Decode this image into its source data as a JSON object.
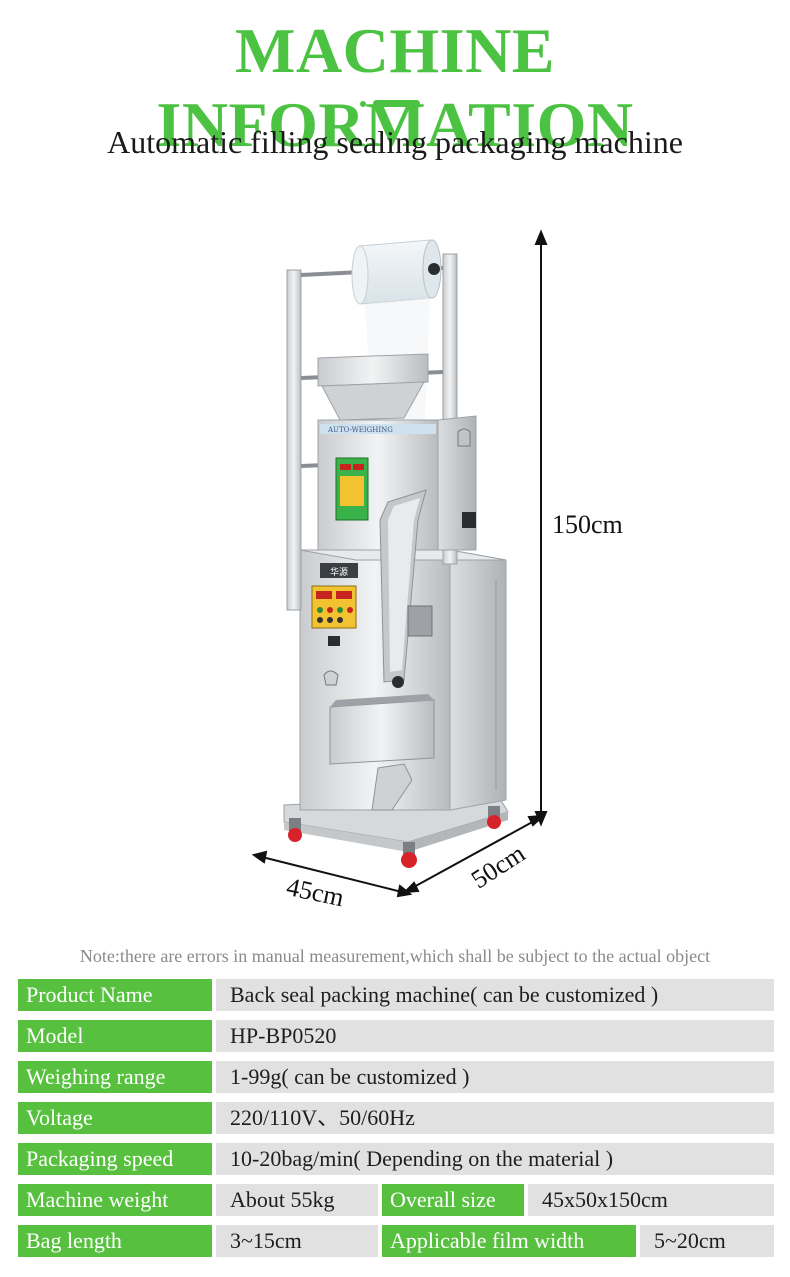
{
  "header": {
    "title": "MACHINE INFORMATION",
    "subtitle": "Automatic filling sealing packaging machine"
  },
  "dimensions": {
    "height": "150cm",
    "width": "45cm",
    "depth": "50cm"
  },
  "machine_panel": {
    "brand_plate": "华源",
    "label_strip": "AUTO-WEIGHING"
  },
  "note": "Note:there are errors in manual measurement,which shall be subject to the actual object",
  "specs": {
    "product_name": {
      "label": "Product Name",
      "value": "Back seal packing machine( can be customized )"
    },
    "model": {
      "label": "Model",
      "value": "HP-BP0520"
    },
    "weighing_range": {
      "label": "Weighing range",
      "value": "1-99g( can be customized )"
    },
    "voltage": {
      "label": "Voltage",
      "value": "220/110V、50/60Hz"
    },
    "packaging_speed": {
      "label": "Packaging speed",
      "value": "10-20bag/min( Depending on the material )"
    },
    "machine_weight": {
      "label": "Machine weight",
      "value": "About 55kg"
    },
    "overall_size": {
      "label": "Overall size",
      "value": "45x50x150cm"
    },
    "bag_length": {
      "label": "Bag length",
      "value": "3~15cm"
    },
    "film_width": {
      "label": "Applicable film width",
      "value": "5~20cm"
    }
  },
  "colors": {
    "brand_green": "#4cc243",
    "label_green": "#57c13f",
    "value_gray": "#e1e1e1",
    "note_gray": "#8a8a8a"
  }
}
